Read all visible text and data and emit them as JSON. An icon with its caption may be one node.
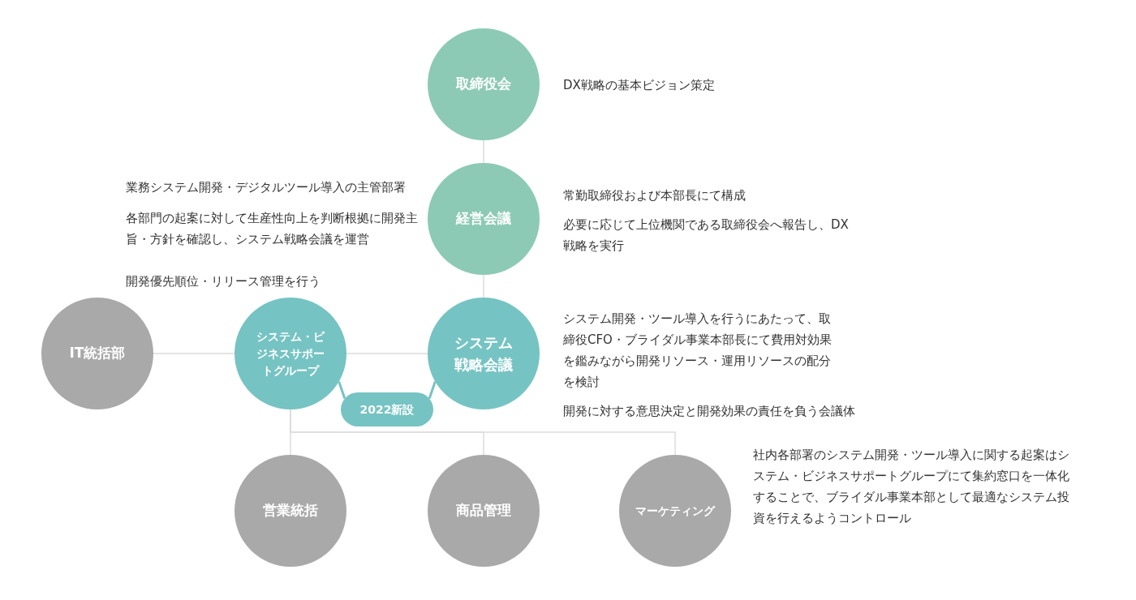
{
  "diagram": {
    "nodes": [
      {
        "text": [
          "取締役会"
        ],
        "beside": [
          "DX戦略の基本ビジョン策定"
        ]
      },
      {
        "text": [
          "経営会議"
        ],
        "beside": [
          "常勤取締役および本部長にて構成",
          "必要に応じて上位機関である取締役会へ報告し、DX戦略を実行"
        ]
      },
      {
        "text": [
          "IT統括部"
        ]
      },
      {
        "text": [
          "システム・ビジネスサポートグループ"
        ]
      },
      {
        "text": [
          "システム戦略会議"
        ],
        "beside": [
          "システム開発・ツール導入を行うにあたって、取締役CFO・ブライダル事業本部長にて費用対効果を鑑みながら開発リソース・運用リソースの配分を検討",
          "開発に対する意思決定と開発効果の責任を負う会議体"
        ]
      },
      {
        "text": [
          "2022新設"
        ]
      },
      {
        "text": [
          "営業統括"
        ]
      },
      {
        "text": [
          "商品管理"
        ]
      },
      {
        "text": [
          "マーケティング"
        ]
      }
    ],
    "edges": [
      {
        "from": 0,
        "to": 1,
        "arrow": "none"
      },
      {
        "from": 1,
        "to": 4,
        "arrow": "none"
      },
      {
        "from": 2,
        "to": 3,
        "arrow": "none"
      },
      {
        "from": 3,
        "to": 4,
        "arrow": "none"
      },
      {
        "from": 3,
        "to": 5,
        "arrow": "none",
        "color": "#76c3c3"
      },
      {
        "from": 5,
        "to": 4,
        "arrow": "none",
        "color": "#76c3c3"
      },
      {
        "from": 3,
        "to": 6,
        "arrow": "none"
      },
      {
        "from": 3,
        "to": 7,
        "arrow": "none"
      },
      {
        "from": 3,
        "to": 8,
        "arrow": "none"
      }
    ],
    "labels": [
      "業務システム開発・デジタルツール導入の主管部署",
      "各部門の起案に対して生産性向上を判断根拠に開発主旨・方針を確認し、システム戦略会議を運営",
      "開発優先順位・リリース管理を行う",
      "社内各部署のシステム開発・ツール導入に関する起案はシステム・ビジネスサポートグループにて集約窓口を一体化することで、ブライダル事業本部として最適なシステム投資を行えるようコントロール"
    ]
  }
}
